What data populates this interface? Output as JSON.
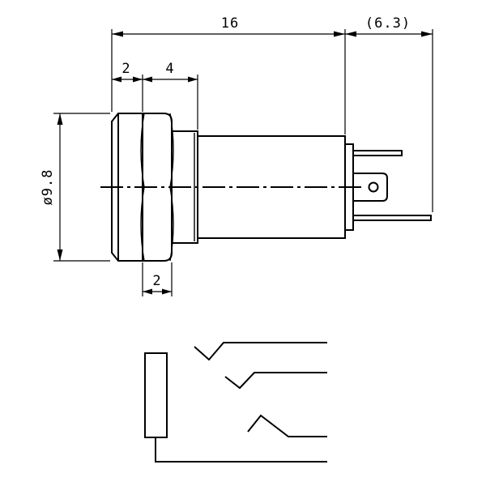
{
  "dimensions": {
    "length": "16",
    "terminal_length": "(6.3)",
    "bezel_width": "2",
    "nut_width": "4",
    "nut_thickness": "2",
    "diameter": "ø9.8"
  }
}
